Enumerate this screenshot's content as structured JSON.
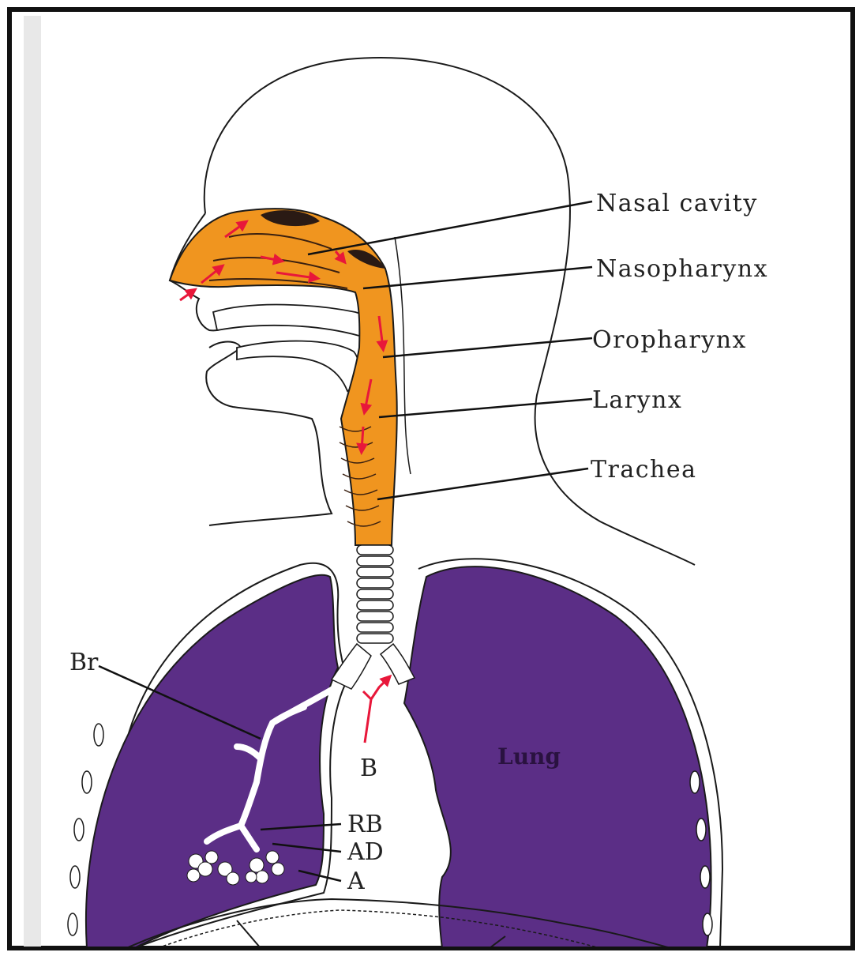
{
  "labels": {
    "nasal_cavity": "Nasal cavity",
    "nasopharynx": "Nasopharynx",
    "oropharynx": "Oropharynx",
    "larynx": "Larynx",
    "trachea": "Trachea",
    "br": "Br",
    "b": "B",
    "rb": "RB",
    "ad": "AD",
    "a": "A",
    "lung": "Lung"
  },
  "colors": {
    "airway": "#f0951f",
    "lung": "#5b2e86",
    "arrow": "#e8173a",
    "outline": "#1a1a1a",
    "frame": "#111111"
  }
}
